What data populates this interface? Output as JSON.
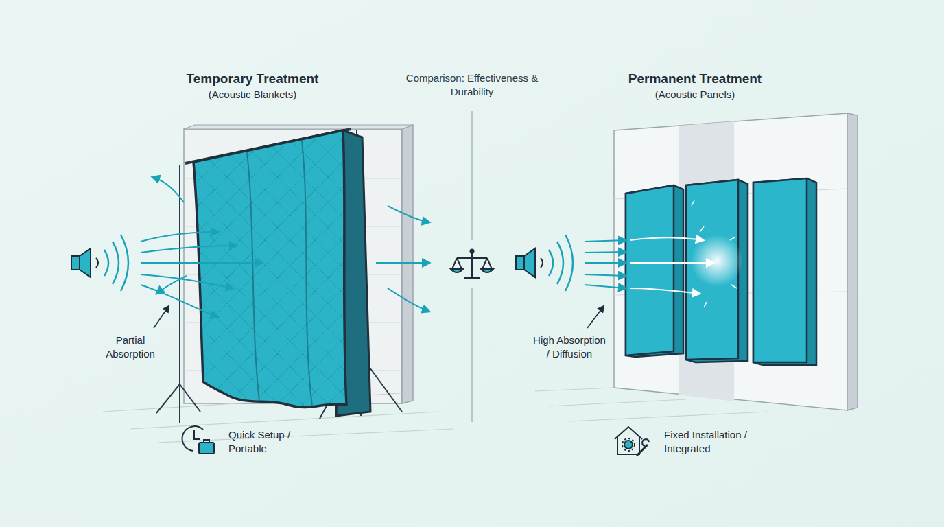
{
  "diagram": {
    "title": "Comparison: Effectiveness & Durability",
    "labels": [
      "Temporary Treatment",
      "(Acoustic Blankets)",
      "Permanent Treatment",
      "(Acoustic Panels)",
      "Partial Absorption",
      "High Absorption / Diffusion",
      "Quick Setup / Portable",
      "Fixed Installation / Integrated"
    ]
  }
}
